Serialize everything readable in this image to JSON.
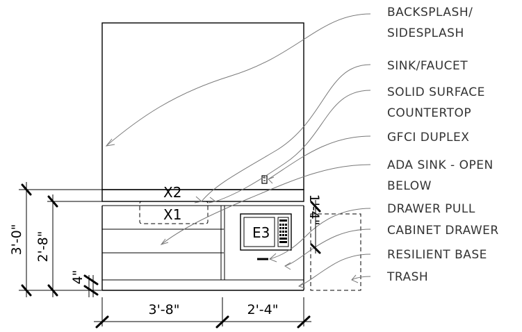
{
  "callouts": [
    "BACKSPLASH/",
    "SIDESPLASH",
    "SINK/FAUCET",
    "SOLID SURFACE",
    "COUNTERTOP",
    "GFCI DUPLEX",
    "ADA SINK - OPEN",
    "BELOW",
    "DRAWER PULL",
    "CABINET DRAWER",
    "RESILIENT BASE",
    "TRASH"
  ],
  "tags": {
    "x2": "X2",
    "x1": "X1",
    "e3": "E3"
  },
  "dimensions": {
    "overall_height": "3'-0\"",
    "counter_height": "2'-8\"",
    "base_height": "4\"",
    "trash_height": "1'-4\"",
    "sink_width": "3'-8\"",
    "cabinet_width": "2'-4\""
  }
}
